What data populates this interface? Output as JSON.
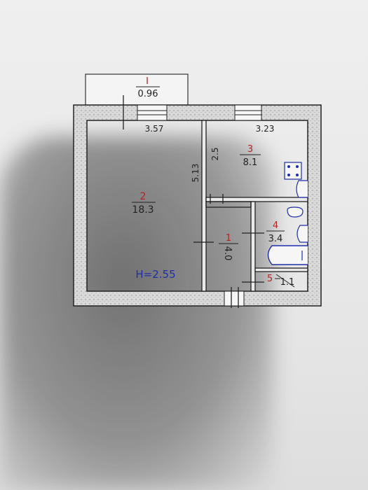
{
  "plan": {
    "balcony": {
      "number": "I",
      "area": "0.96"
    },
    "dimensions": {
      "top_left": "3.57",
      "top_right": "3.23",
      "kitchen_depth": "2.5",
      "room_depth": "5.13"
    },
    "rooms": [
      {
        "number": "2",
        "area": "18.3"
      },
      {
        "number": "3",
        "area": "8.1"
      },
      {
        "number": "1",
        "area": "4.0"
      },
      {
        "number": "4",
        "area": "3.4"
      },
      {
        "number": "5",
        "area": "1.1"
      }
    ],
    "ceiling_height": "H=2.55"
  }
}
